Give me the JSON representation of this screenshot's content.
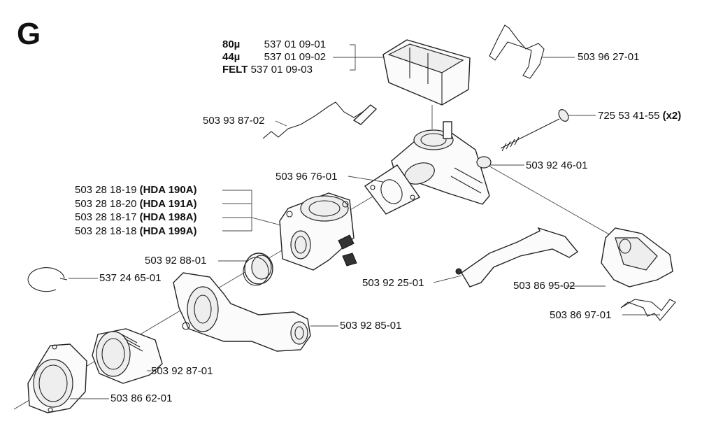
{
  "section_letter": "G",
  "parts": {
    "filter": [
      {
        "grade": "80µ",
        "number": "537 01 09-01"
      },
      {
        "grade": "44µ",
        "number": "537 01 09-02"
      },
      {
        "grade": "FELT",
        "number": "537 01 09-03"
      }
    ],
    "spring_clip": "503 96 27-01",
    "bolt": {
      "number": "725 53 41-55",
      "qty": "(x2)"
    },
    "choke_rod": "503 93 87-02",
    "gasket": "503 96 76-01",
    "adapter": "503 92 46-01",
    "carburetors": [
      {
        "number": "503 28 18-19",
        "model": "(HDA 190A)"
      },
      {
        "number": "503 28 18-20",
        "model": "(HDA 191A)"
      },
      {
        "number": "503 28 18-17",
        "model": "(HDA 198A)"
      },
      {
        "number": "503 28 18-18",
        "model": "(HDA 199A)"
      }
    ],
    "rubber_ring": "503 92 88-01",
    "circlip": "537 24 65-01",
    "throttle_link": "503 92 25-01",
    "cover": "503 86 95-02",
    "wire_spring": "503 86 97-01",
    "intake_manifold": "503 92 85-01",
    "intake_boot": "503 92 87-01",
    "flange": "503 86 62-01"
  }
}
